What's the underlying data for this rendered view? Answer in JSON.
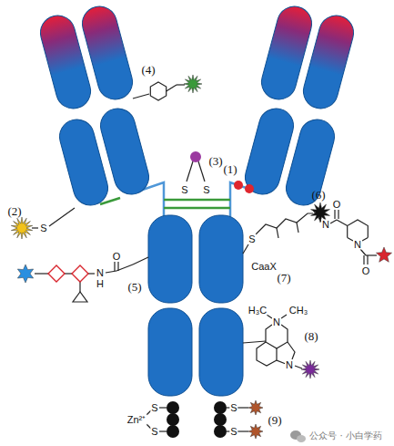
{
  "diagram": {
    "labels": [
      "(4)",
      "(2)",
      "(3)",
      "(1)",
      "(6)",
      "(5)",
      "(7)",
      "(8)",
      "(9)",
      "S",
      "S",
      "S",
      "N",
      "O",
      "N",
      "O",
      "O",
      "N",
      "H",
      "S",
      "CaaX",
      "H₃C",
      "N",
      "CH₃",
      "N",
      "S",
      "S",
      "Zn²⁺",
      "S",
      "S",
      "公众号 · 小白学药"
    ]
  }
}
